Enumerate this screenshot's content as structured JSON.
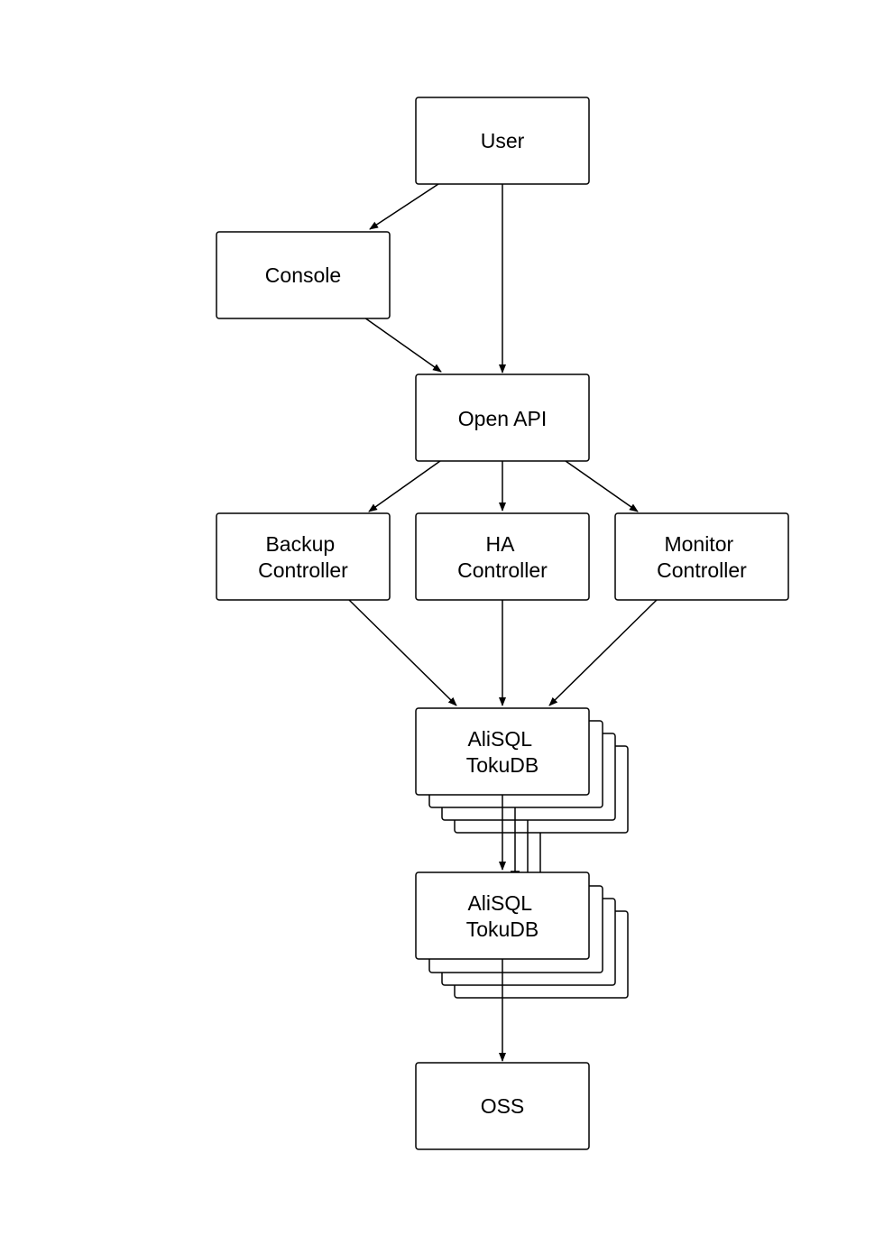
{
  "nodes": {
    "user": {
      "lines": [
        "User"
      ]
    },
    "console": {
      "lines": [
        "Console"
      ]
    },
    "open_api": {
      "lines": [
        "Open API"
      ]
    },
    "backup_controller": {
      "lines": [
        "Backup",
        "Controller"
      ]
    },
    "ha_controller": {
      "lines": [
        "HA",
        "Controller"
      ]
    },
    "monitor_controller": {
      "lines": [
        "Monitor",
        "Controller"
      ]
    },
    "alisql_primary": {
      "lines": [
        "AliSQL",
        "TokuDB"
      ]
    },
    "alisql_secondary": {
      "lines": [
        "AliSQL",
        "TokuDB"
      ]
    },
    "oss": {
      "lines": [
        "OSS"
      ]
    }
  },
  "edges": [
    {
      "from": "user",
      "to": "console"
    },
    {
      "from": "user",
      "to": "open_api"
    },
    {
      "from": "console",
      "to": "open_api"
    },
    {
      "from": "open_api",
      "to": "backup_controller"
    },
    {
      "from": "open_api",
      "to": "ha_controller"
    },
    {
      "from": "open_api",
      "to": "monitor_controller"
    },
    {
      "from": "backup_controller",
      "to": "alisql_primary"
    },
    {
      "from": "ha_controller",
      "to": "alisql_primary"
    },
    {
      "from": "monitor_controller",
      "to": "alisql_primary"
    },
    {
      "from": "alisql_primary",
      "to": "alisql_secondary"
    },
    {
      "from": "alisql_secondary",
      "to": "oss"
    }
  ],
  "colors": {
    "stroke": "#000000",
    "fill": "#ffffff",
    "text": "#000000"
  }
}
